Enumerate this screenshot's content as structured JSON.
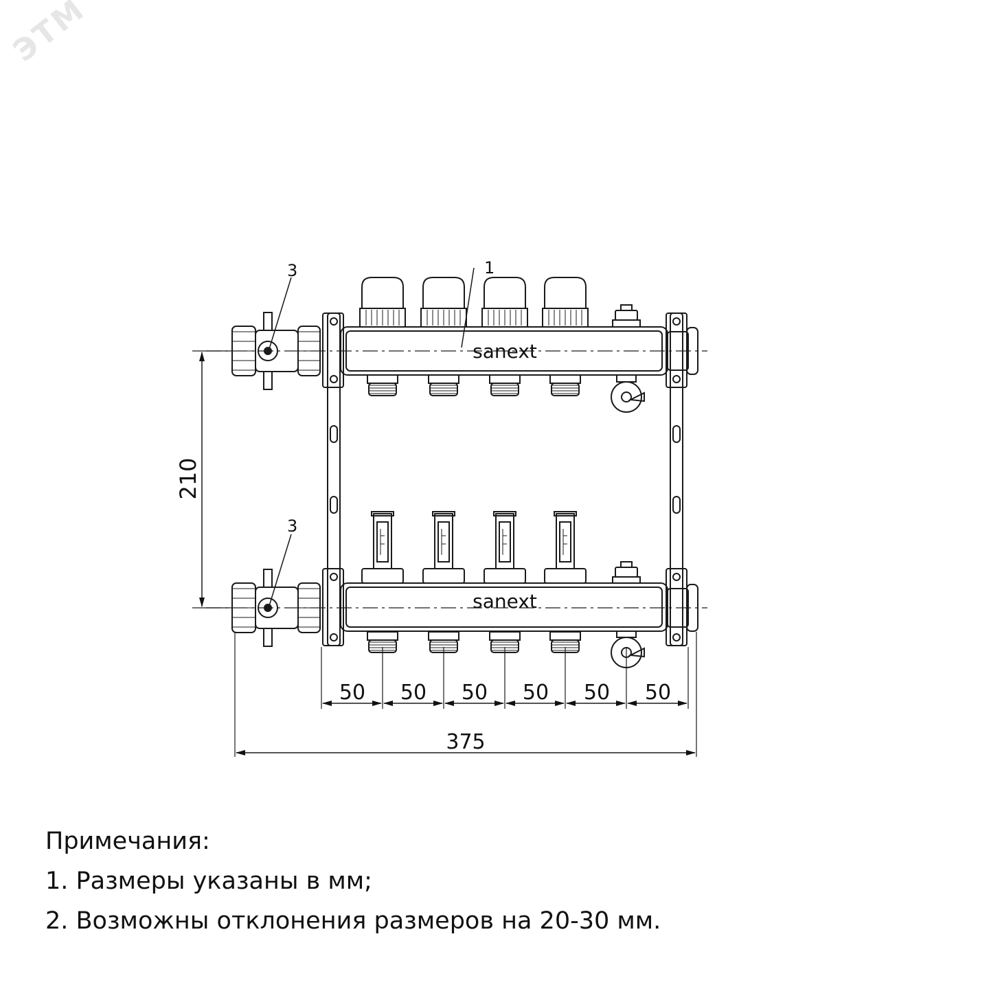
{
  "watermark": "ЭТМ",
  "brand": "sanext",
  "callouts": {
    "part_1": "1",
    "part_3_top": "3",
    "part_3_bottom": "3"
  },
  "dimensions": {
    "height": "210",
    "spacings": [
      "50",
      "50",
      "50",
      "50",
      "50",
      "50"
    ],
    "total_width": "375"
  },
  "notes": {
    "heading": "Примечания:",
    "items": [
      "1. Размеры указаны в мм;",
      "2. Возможны отклонения размеров на 20-30 мм."
    ]
  }
}
